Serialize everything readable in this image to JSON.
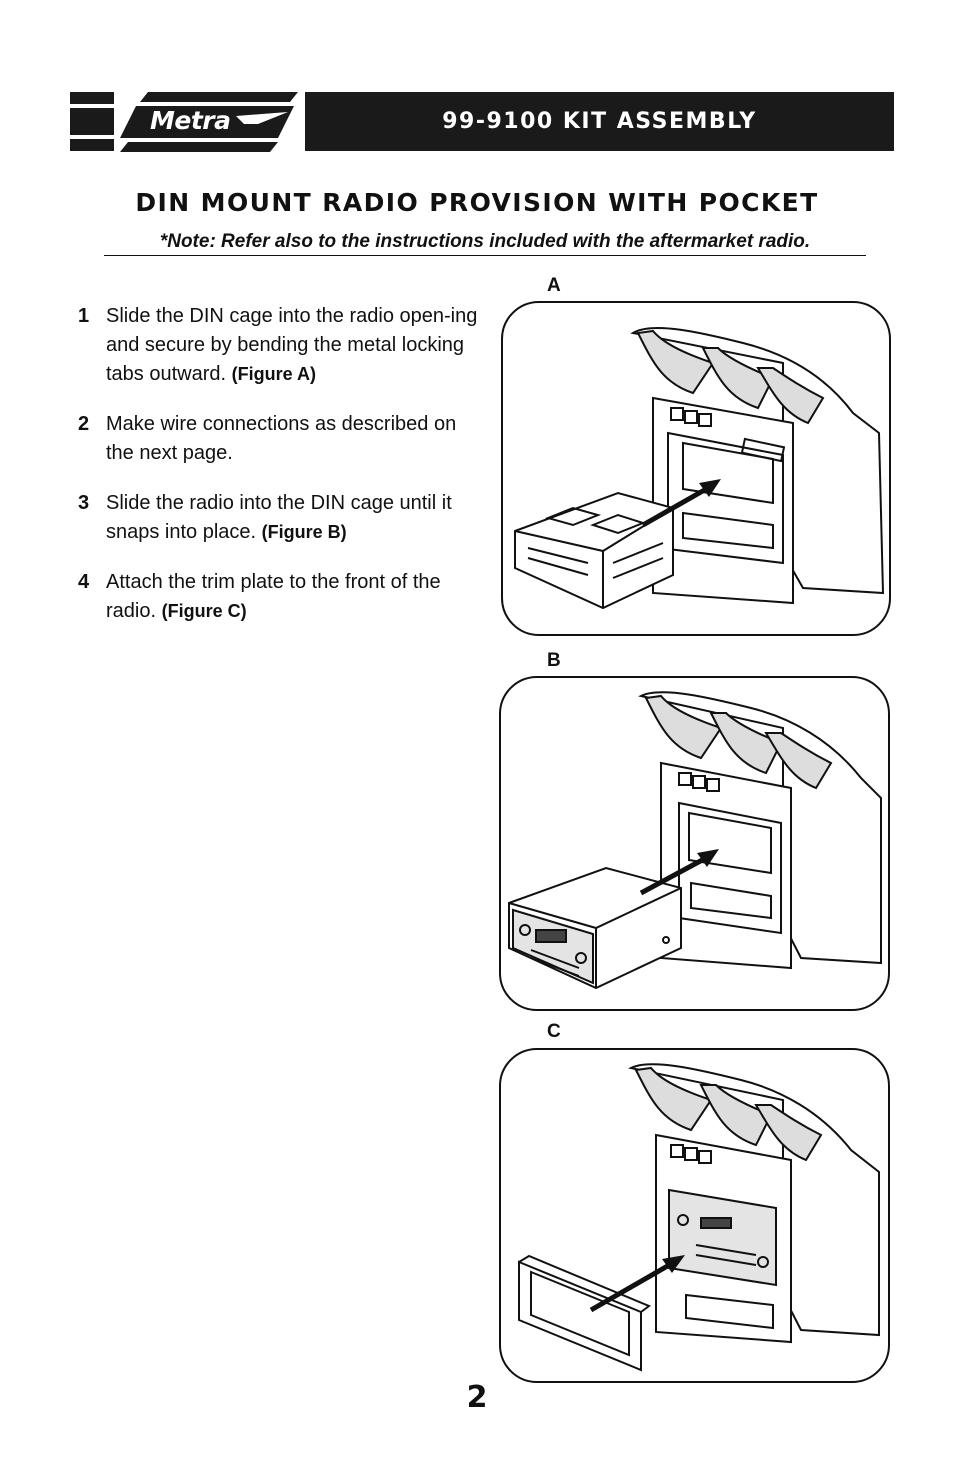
{
  "header": {
    "logo_text": "Metra",
    "title": "99-9100 KIT ASSEMBLY"
  },
  "section_title": "DIN MOUNT RADIO PROVISION WITH POCKET",
  "note": "*Note:  Refer also to the instructions included with the aftermarket radio.",
  "steps": [
    {
      "number": "1",
      "text": "Slide the DIN cage into the radio open-ing and secure by bending the metal locking tabs outward.",
      "figure_ref": "(Figure A)"
    },
    {
      "number": "2",
      "text": "Make wire connections as described on the next page.",
      "figure_ref": ""
    },
    {
      "number": "3",
      "text": "Slide the radio into the DIN cage until it snaps into place.",
      "figure_ref": "(Figure B)"
    },
    {
      "number": "4",
      "text": "Attach the trim plate to the front of the radio.",
      "figure_ref": "(Figure C)"
    }
  ],
  "figures": [
    {
      "label": "A",
      "shows": "din-cage"
    },
    {
      "label": "B",
      "shows": "radio"
    },
    {
      "label": "C",
      "shows": "trim-plate"
    }
  ],
  "page_number": "2"
}
